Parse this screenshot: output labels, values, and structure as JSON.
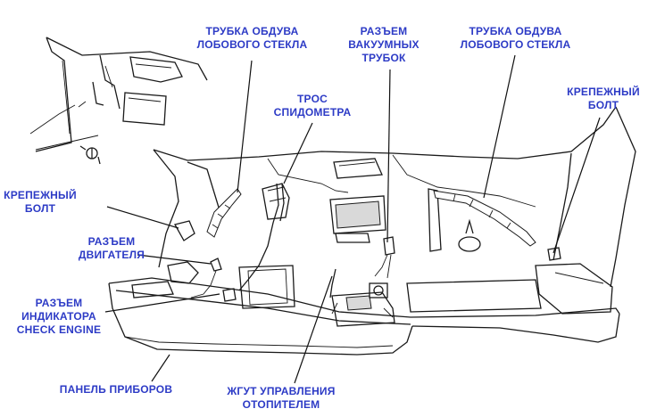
{
  "labels": {
    "windshield_tube_left": "ТРУБКА ОБДУВА\nЛОБОВОГО СТЕКЛА",
    "vacuum_connector": "РАЗЪЕМ\nВАКУУМНЫХ\nТРУБОК",
    "windshield_tube_right": "ТРУБКА ОБДУВА\nЛОБОВОГО СТЕКЛА",
    "speedometer_cable": "ТРОС\nСПИДОМЕТРА",
    "mount_bolt_right": "КРЕПЕЖНЫЙ\nБОЛТ",
    "mount_bolt_left": "КРЕПЕЖНЫЙ\nБОЛТ",
    "engine_connector": "РАЗЪЕМ\nДВИГАТЕЛЯ",
    "check_engine_connector": "РАЗЪЕМ\nИНДИКАТОРА\nCHECK ENGINE",
    "instrument_panel": "ПАНЕЛЬ ПРИБОРОВ",
    "heater_control_harness": "ЖГУТ УПРАВЛЕНИЯ\nОТОПИТЕЛЕМ"
  },
  "colors": {
    "label": "#2d3bc6",
    "line": "#1a1a1a"
  }
}
